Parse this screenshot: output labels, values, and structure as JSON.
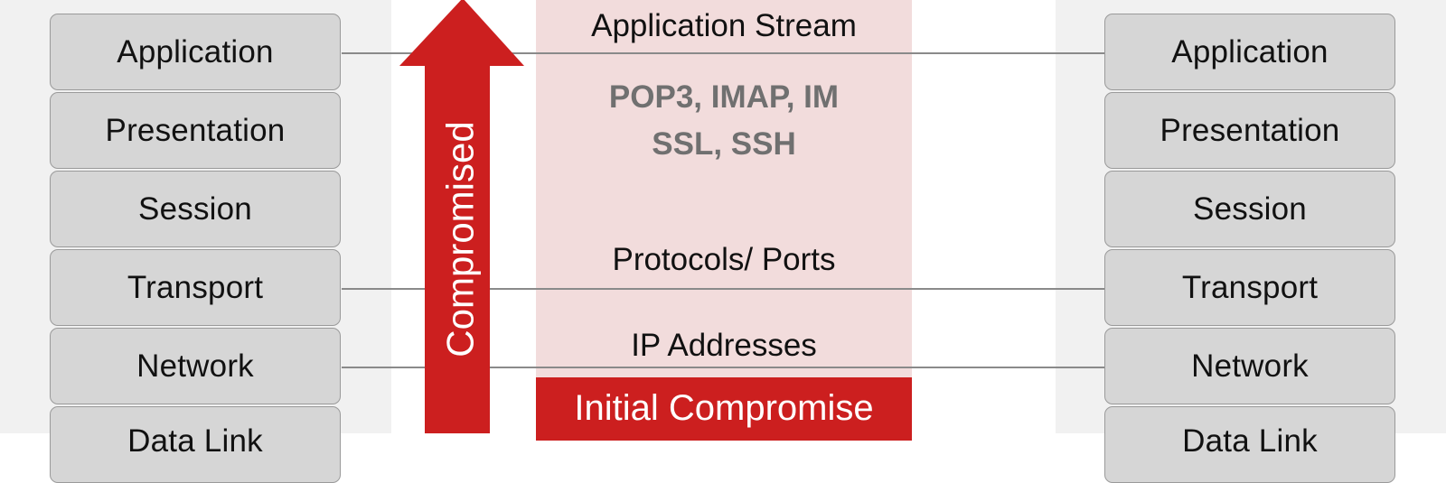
{
  "left_stack": {
    "layers": [
      "Application",
      "Presentation",
      "Session",
      "Transport",
      "Network",
      "Data Link"
    ]
  },
  "right_stack": {
    "layers": [
      "Application",
      "Presentation",
      "Session",
      "Transport",
      "Network",
      "Data Link"
    ]
  },
  "middle": {
    "application_stream": "Application Stream",
    "protocols": [
      "POP3, IMAP, IM",
      "SSL, SSH"
    ],
    "protocols_ports": "Protocols/ Ports",
    "ip_addresses": "IP Addresses",
    "initial_compromise": "Initial Compromise"
  },
  "arrow": {
    "label": "Compromised",
    "color": "#cc1f1f"
  },
  "colors": {
    "panel": "#f1f1f1",
    "layer_fill": "#d6d6d6",
    "band": "#f2dcdc",
    "accent": "#cc1f1f",
    "protocol_text": "#707070"
  }
}
